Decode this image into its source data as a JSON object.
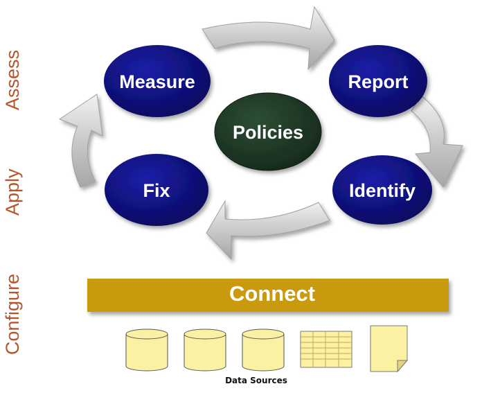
{
  "phases": {
    "assess": "Assess",
    "apply": "Apply",
    "configure": "Configure"
  },
  "cycle": {
    "measure": "Measure",
    "report": "Report",
    "identify": "Identify",
    "fix": "Fix",
    "center": "Policies"
  },
  "connect": "Connect",
  "data_sources": {
    "caption": "Data Sources",
    "items": [
      "database",
      "database",
      "database",
      "spreadsheet",
      "document"
    ]
  },
  "colors": {
    "node_blue": "#0c0e8c",
    "center_green": "#203a27",
    "connect_bar": "#c99a0e",
    "side_label": "#b5552b",
    "source_fill": "#fbf1a2"
  }
}
